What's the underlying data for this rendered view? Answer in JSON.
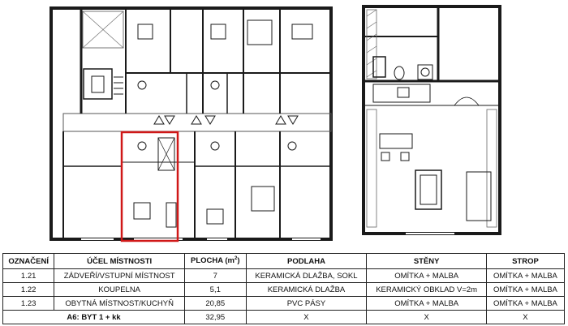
{
  "table": {
    "headers": {
      "code": "OZNAČENÍ",
      "purpose": "ÚČEL MÍSTNOSTI",
      "area_prefix": "PLOCHA (m",
      "area_sup": "2",
      "area_suffix": ")",
      "floor": "PODLAHA",
      "walls": "STĚNY",
      "ceiling": "STROP"
    },
    "rows": [
      {
        "code": "1.21",
        "purpose": "ZÁDVEŘÍ/VSTUPNÍ MÍSTNOST",
        "area": "7",
        "floor": "KERAMICKÁ DLAŽBA, SOKL",
        "walls": "OMÍTKA + MALBA",
        "ceiling": "OMÍTKA + MALBA"
      },
      {
        "code": "1.22",
        "purpose": "KOUPELNA",
        "area": "5,1",
        "floor": "KERAMICKÁ DLAŽBA",
        "walls": "KERAMICKÝ OBKLAD V=2m",
        "ceiling": "OMÍTKA + MALBA"
      },
      {
        "code": "1.23",
        "purpose": "OBYTNÁ MÍSTNOST/KUCHYŇ",
        "area": "20,85",
        "floor": "PVC PÁSY",
        "walls": "OMÍTKA + MALBA",
        "ceiling": "OMÍTKA + MALBA"
      }
    ],
    "total": {
      "label": "A6: BYT 1 + kk",
      "area": "32,95",
      "floor": "X",
      "walls": "X",
      "ceiling": "X"
    }
  },
  "colors": {
    "highlight": "#d01818",
    "wall": "#1a1a1a",
    "line": "#444444"
  }
}
